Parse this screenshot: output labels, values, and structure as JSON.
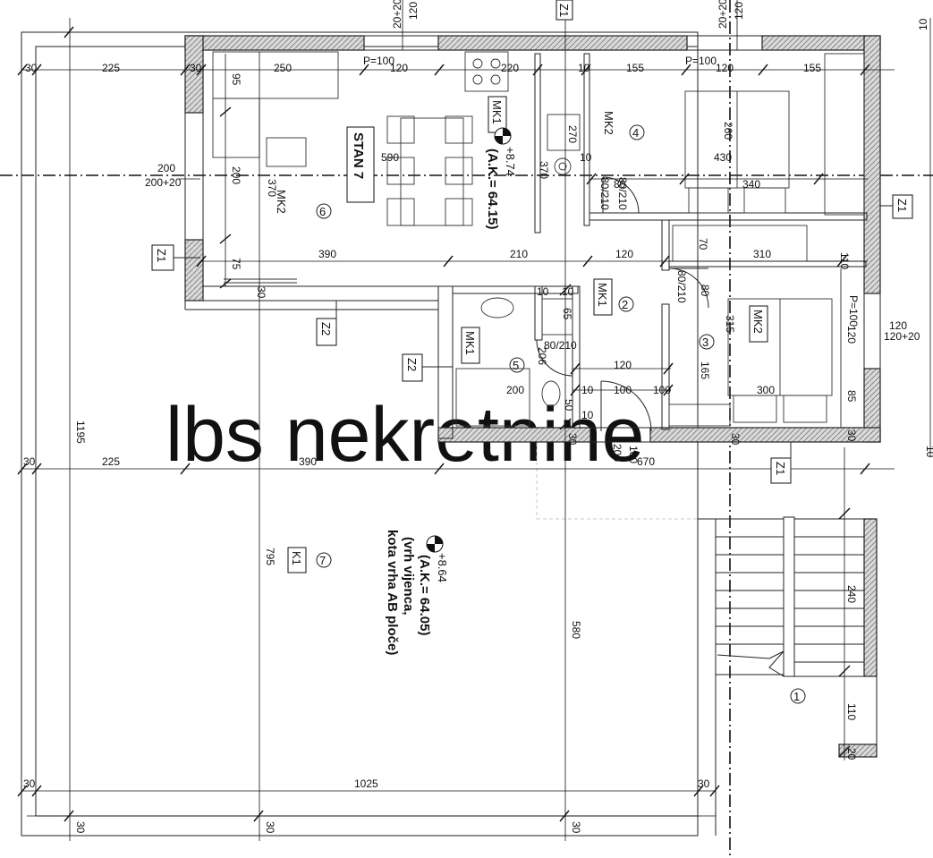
{
  "watermark": "lbs nekretnine",
  "apartment": "STAN 7",
  "spot_levels": {
    "upper": {
      "level": "+8.74",
      "abs": "(A.K.= 64.15)"
    },
    "lower": {
      "level": "+8.64",
      "abs": "(A.K.= 64.05)",
      "note1": "(vrh vijenca,",
      "note2": "kota vrha AB ploče)"
    }
  },
  "room_numbers": [
    "6",
    "4",
    "2",
    "3",
    "5",
    "7",
    "1"
  ],
  "wall_types": [
    "Z1",
    "Z1",
    "Z1",
    "Z1",
    "Z2",
    "Z2"
  ],
  "material_tags": [
    "MK2",
    "MK2",
    "MK1",
    "MK1",
    "MK2",
    "MK1",
    "K1"
  ],
  "openings": [
    "P=100",
    "P=100",
    "P=100",
    "80/210",
    "80/210",
    "80/210",
    "80/210"
  ],
  "dimensions_top": [
    "30",
    "225",
    "30",
    "250",
    "120",
    "220",
    "10",
    "155",
    "120",
    "155",
    "120",
    "20+20",
    "120",
    "20+20",
    "10"
  ],
  "dimensions_mid": [
    "390",
    "210",
    "120",
    "310",
    "590",
    "370",
    "370",
    "200",
    "200+20",
    "200",
    "95",
    "75",
    "30",
    "270",
    "430",
    "340",
    "260",
    "10",
    "80",
    "80",
    "70",
    "110"
  ],
  "dimensions_low": [
    "30",
    "225",
    "390",
    "1195",
    "795",
    "580",
    "670",
    "200",
    "100",
    "120",
    "100",
    "100",
    "200",
    "300",
    "165",
    "315",
    "65",
    "50",
    "206",
    "10",
    "10",
    "10",
    "10",
    "30",
    "30",
    "30",
    "85",
    "120",
    "120+20",
    "120",
    "240",
    "110",
    "20",
    "1025",
    "30",
    "30",
    "30",
    "30",
    "30",
    "10"
  ]
}
